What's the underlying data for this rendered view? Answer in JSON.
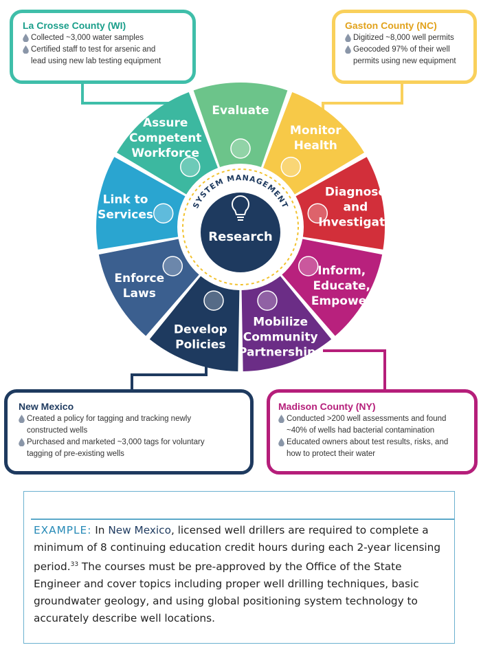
{
  "callouts": {
    "lacrosse": {
      "title": "La Crosse County (WI)",
      "items": [
        "Collected ~3,000 water samples",
        "Certified staff to test for arsenic and",
        "lead using new lab testing equipment"
      ]
    },
    "gaston": {
      "title": "Gaston County (NC)",
      "items": [
        "Digitized ~8,000 well permits",
        "Geocoded 97% of their well",
        "permits using new equipment"
      ]
    },
    "newmexico": {
      "title": "New Mexico",
      "items": [
        "Created a policy for tagging and tracking newly",
        "constructed wells",
        "Purchased and marketed ~3,000 tags for voluntary",
        "tagging of pre-existing wells"
      ]
    },
    "madison": {
      "title": "Madison County (NY)",
      "items": [
        "Conducted >200 well assessments and found",
        "~40% of wells had bacterial contamination",
        "Educated owners about test results, risks, and",
        "how to protect their water"
      ]
    }
  },
  "wheel": {
    "ring_label": "SYSTEM MANAGEMENT",
    "center_label": "Research",
    "segments": [
      {
        "lines": [
          "Evaluate"
        ],
        "color": "#6cc48a",
        "icon": "chart-icon"
      },
      {
        "lines": [
          "Monitor",
          "Health"
        ],
        "color": "#f7c948",
        "icon": "plus-icon"
      },
      {
        "lines": [
          "Diagnose",
          "and",
          "Investigate"
        ],
        "color": "#d22f3a",
        "icon": "magnifier-icon"
      },
      {
        "lines": [
          "Inform,",
          "Educate,",
          "Empower"
        ],
        "color": "#b8217d",
        "icon": "info-icon"
      },
      {
        "lines": [
          "Mobilize",
          "Community",
          "Partnerships"
        ],
        "color": "#6b2d86",
        "icon": "handshake-icon"
      },
      {
        "lines": [
          "Develop",
          "Policies"
        ],
        "color": "#1e3a5f",
        "icon": "scroll-icon"
      },
      {
        "lines": [
          "Enforce",
          "Laws"
        ],
        "color": "#3b5f8f",
        "icon": "scales-icon"
      },
      {
        "lines": [
          "Link to",
          "Services"
        ],
        "color": "#2aa5d0",
        "icon": "link-icon"
      },
      {
        "lines": [
          "Assure",
          "Competent",
          "Workforce"
        ],
        "color": "#3cb8a0",
        "icon": "people-icon"
      }
    ]
  },
  "example": {
    "lead": "EXAMPLE:",
    "text_before": " In ",
    "state": "New Mexico",
    "text_mid": ", licensed well drillers are required to complete a minimum of 8 continuing education credit hours during each 2-year licensing period.",
    "footnote": "33",
    "text_after": " The courses must be pre-approved by the Office of the State Engineer and cover topics including proper well drilling techniques, basic groundwater geology, and using global positioning system technology to accurately describe well locations."
  }
}
